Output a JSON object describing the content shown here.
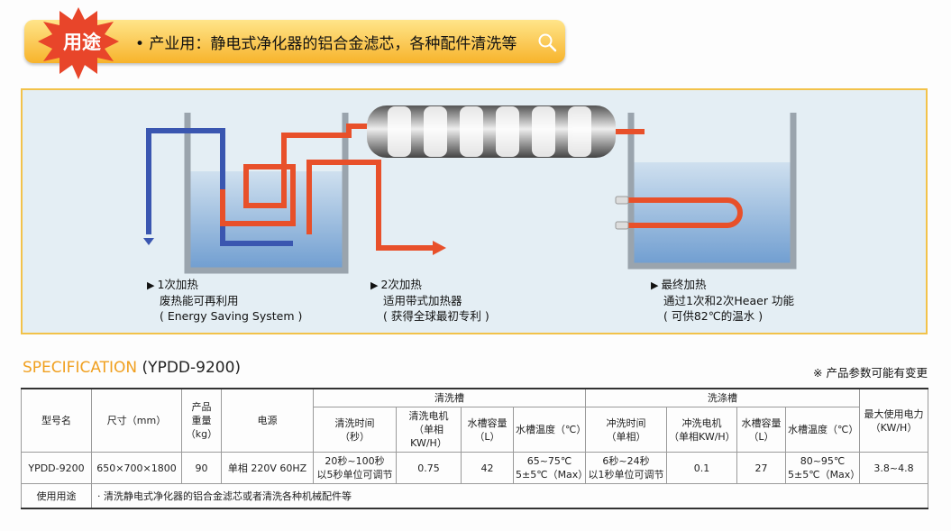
{
  "usage": {
    "badge": "用途",
    "text": "• 产业用：静电式净化器的铝合金滤芯，各种配件清洗等",
    "icon": "search-icon"
  },
  "diagram": {
    "captions": [
      {
        "head": "1次加热",
        "line1": "废热能可再利用",
        "line2": "( Energy Saving System )"
      },
      {
        "head": "2次加热",
        "line1": "适用带式加热器",
        "line2": "( 获得全球最初专利 )"
      },
      {
        "head": "最终加热",
        "line1": "通过1次和2次Heaer 功能",
        "line2": "( 可供82℃的温水 )"
      }
    ],
    "colors": {
      "hot": "#e8502a",
      "cold": "#3a56b0",
      "water": "#5d8fc8",
      "tank": "#9aa4ad"
    }
  },
  "spec": {
    "title_en": "SPECIFICATION",
    "title_model": "(YPDD-9200)",
    "note": "※ 产品参数可能有变更",
    "headers": {
      "model": "型号名",
      "size": "尺寸（mm）",
      "weight": [
        "产品",
        "重量",
        "（kg）"
      ],
      "power": "电源",
      "clean_tank": "清洗槽",
      "rinse_tank": "洗涤槽",
      "max_power": [
        "最大使用电力",
        "（KW/H）"
      ],
      "clean_sub": [
        [
          "清洗时间",
          "（秒）"
        ],
        [
          "清洗电机",
          "（单相KW/H）"
        ],
        [
          "水槽容量",
          "（L）"
        ],
        [
          "水槽温度（℃）"
        ]
      ],
      "rinse_sub": [
        [
          "冲洗时间",
          "（单相）"
        ],
        [
          "冲洗电机",
          "（单相KW/H）"
        ],
        [
          "水槽容量",
          "（L）"
        ],
        [
          "水槽温度（℃）"
        ]
      ]
    },
    "row": {
      "model": "YPDD-9200",
      "size": "650×700×1800",
      "weight": "90",
      "power": "单相 220V 60HZ",
      "clean_time": [
        "20秒~100秒",
        "以5秒单位可调节"
      ],
      "clean_motor": "0.75",
      "clean_capacity": "42",
      "clean_temp": [
        "65~75℃",
        "5±5℃（Max）"
      ],
      "rinse_time": [
        "6秒~24秒",
        "以1秒单位可调节"
      ],
      "rinse_motor": "0.1",
      "rinse_capacity": "27",
      "rinse_temp": [
        "80~95℃",
        "5±5℃（Max）"
      ],
      "max_power": "3.8~4.8"
    },
    "usage_label": "使用用途",
    "usage_text": "· 清洗静电式净化器的铝合金滤芯或者清洗各种机械配件等"
  }
}
